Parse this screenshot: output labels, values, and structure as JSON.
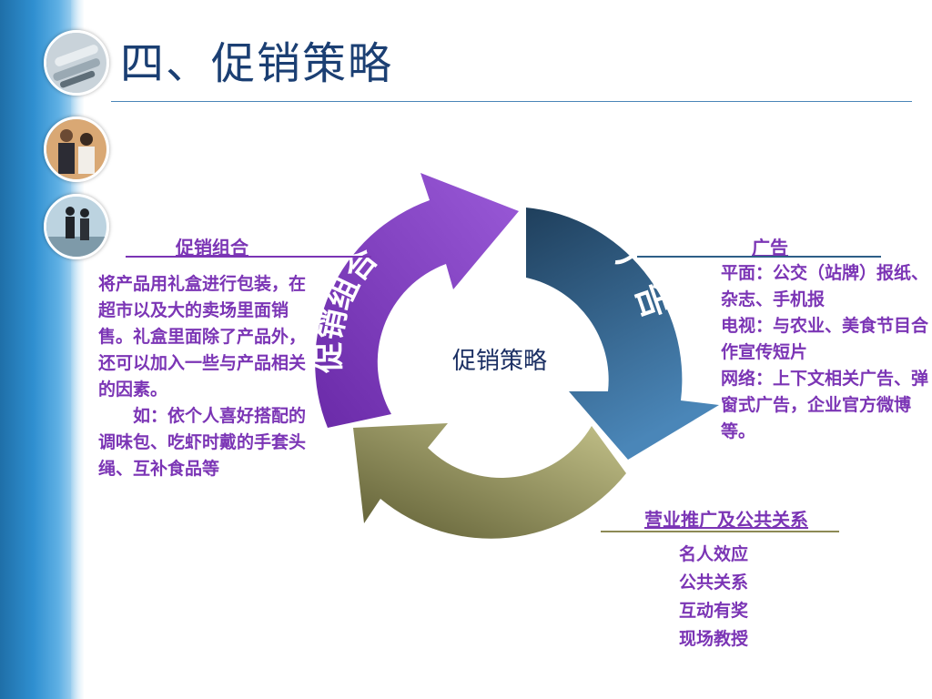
{
  "slide": {
    "title": "四、促销策略",
    "center_label": "促销策略"
  },
  "cycle": {
    "arrows": [
      {
        "label": "促销组合",
        "color": "#7a3fc0"
      },
      {
        "label": "广告",
        "color": "#2d5f87"
      },
      {
        "label": "营业推广及公共关系",
        "color": "#7c7b4a"
      }
    ]
  },
  "left_block": {
    "heading": "促销组合",
    "paragraph1": "将产品用礼盒进行包装，在超市以及大的卖场里面销售。礼盒里面除了产品外，还可以加入一些与产品相关的因素。",
    "paragraph2": "如：依个人喜好搭配的调味包、吃虾时戴的手套头绳、互补食品等"
  },
  "right_block": {
    "heading": "广告",
    "lines": [
      "平面：公交（站牌）报纸、杂志、手机报",
      "电视：与农业、美食节目合作宣传短片",
      "网络：上下文相关广告、弹窗式广告，企业官方微博等。"
    ]
  },
  "bottom_block": {
    "heading": "营业推广及公共关系",
    "items": [
      "名人效应",
      "公共关系",
      "互动有奖",
      "现场教授"
    ]
  },
  "colors": {
    "accent_text": "#7b35b5",
    "title": "#1b3f73",
    "band": "#2f8fd0"
  }
}
